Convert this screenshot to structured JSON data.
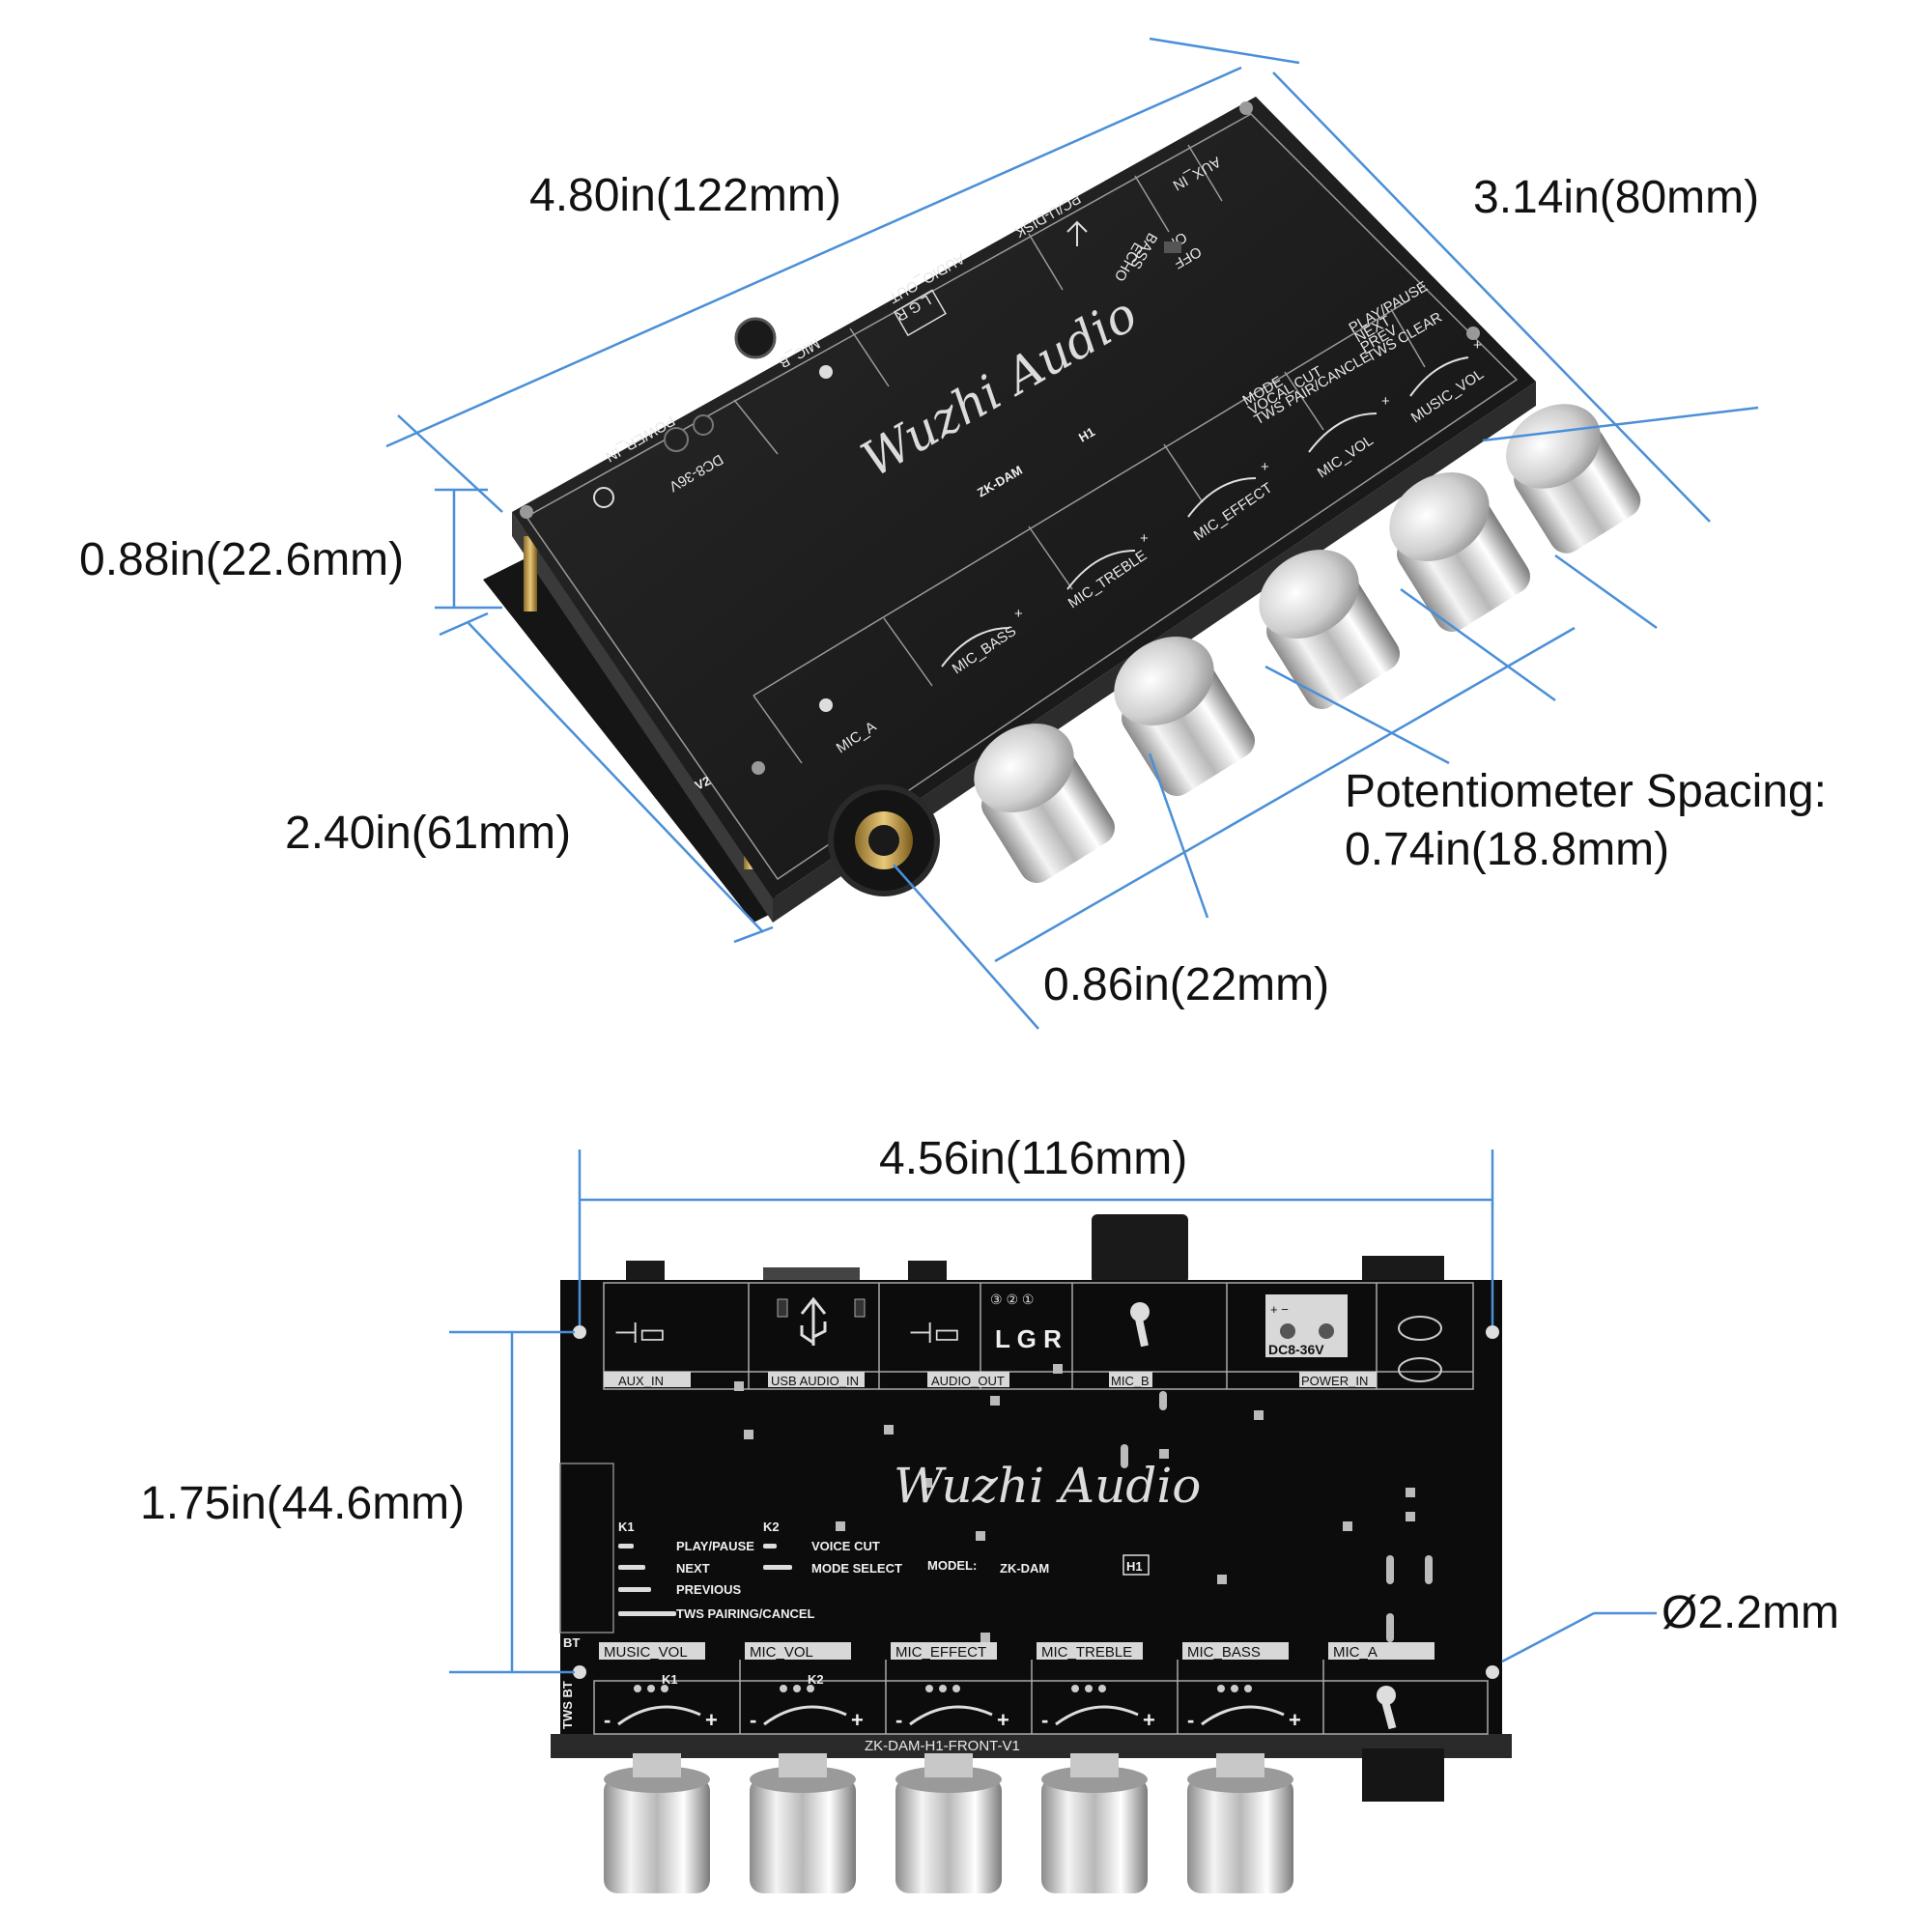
{
  "dimensions": {
    "length": "4.80in(122mm)",
    "width": "3.14in(80mm)",
    "height": "0.88in(22.6mm)",
    "board_width": "2.40in(61mm)",
    "jack_offset": "0.86in(22mm)",
    "pot_spacing_label": "Potentiometer Spacing:",
    "pot_spacing_value": "0.74in(18.8mm)",
    "hole_length": "4.56in(116mm)",
    "hole_width": "1.75in(44.6mm)",
    "hole_diameter": "Ø2.2mm"
  },
  "top_view": {
    "brand": "Wuzhi Audio",
    "model": "ZK-DAM",
    "model_badge": "H1",
    "labels": {
      "mic_a": "MIC_A",
      "mic_bass": "MIC_BASS",
      "mic_treble": "MIC_TREBLE",
      "mic_effect": "MIC_EFFECT",
      "mic_vol": "MIC_VOL",
      "music_vol": "MUSIC_VOL",
      "mic_b": "MIC_B",
      "audio_out": "AUDIO_OUT",
      "lgr": "L G R",
      "pc_udisk": "PC/U-DISK",
      "aux_in": "AUX_IN",
      "power_in": "POWER_IN",
      "dc": "DC8-36V",
      "echo": "ECHO",
      "bass": "BASS",
      "on": "ON",
      "off": "OFF",
      "mode1": "MODE",
      "mode2": "VOCAL CUT",
      "mode3": "TWS PAIR/CANCLE",
      "play1": "PLAY/PAUSE",
      "play2": "NEXT",
      "play3": "PREV",
      "play4": "TWS CLEAR",
      "v2": "V2",
      "plus": "+",
      "minus": "-"
    }
  },
  "bottom_view": {
    "brand": "Wuzhi Audio",
    "model_label": "MODEL:",
    "model": "ZK-DAM",
    "model_badge": "H1",
    "ports": {
      "aux_in": "AUX_IN",
      "usb_audio_in": "USB AUDIO_IN",
      "audio_out": "AUDIO_OUT",
      "mic_b": "MIC_B",
      "power_in": "POWER_IN",
      "dc": "DC8-36V",
      "lgr": "L G R",
      "nums": "③ ② ①"
    },
    "buttons": {
      "k1": "K1",
      "k2": "K2",
      "play_pause": "PLAY/PAUSE",
      "next": "NEXT",
      "previous": "PREVIOUS",
      "tws": "TWS PAIRING/CANCEL",
      "voice_cut": "VOICE CUT",
      "mode_select": "MODE SELECT",
      "bt": "BT",
      "tws_bt": "TWS BT"
    },
    "pots": [
      "MUSIC_VOL",
      "MIC_VOL",
      "MIC_EFFECT",
      "MIC_TREBLE",
      "MIC_BASS",
      "MIC_A"
    ],
    "pot_keys": [
      "K1",
      "K2"
    ],
    "front_label": "ZK-DAM-H1-FRONT-V1",
    "plus": "+",
    "minus": "-"
  }
}
